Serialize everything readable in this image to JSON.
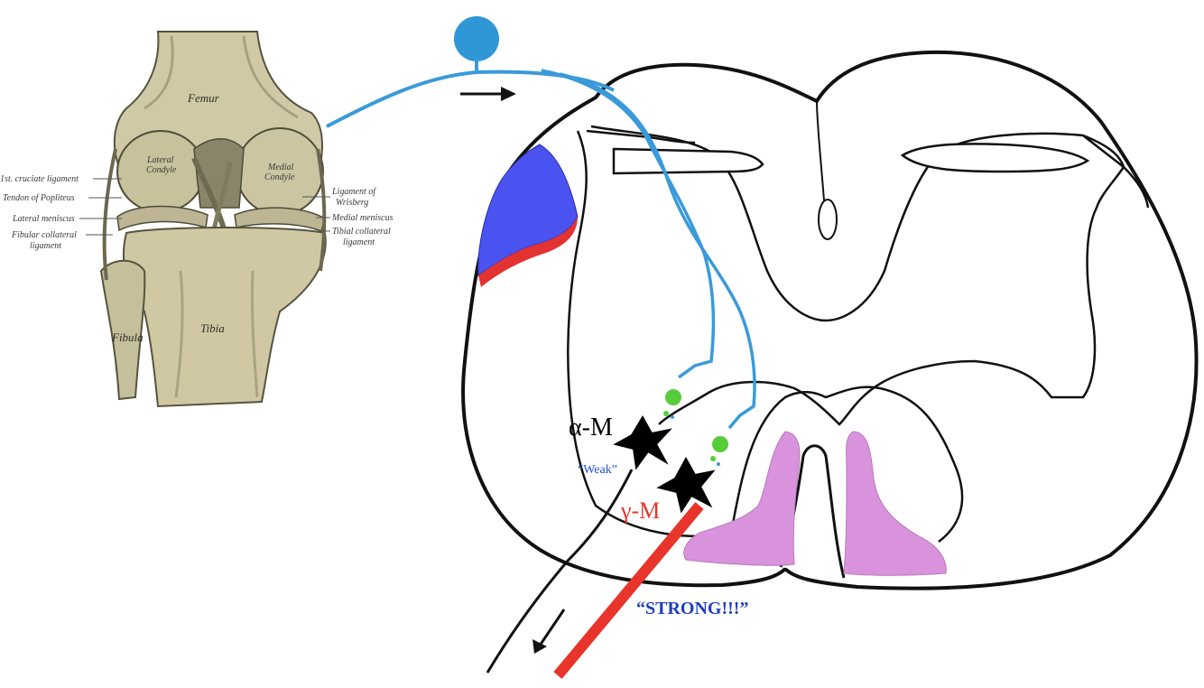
{
  "knee": {
    "bones": {
      "femur": "Femur",
      "tibia": "Tibia",
      "fibula": "Fibula",
      "lateral_condyle_line1": "Lateral",
      "lateral_condyle_line2": "Condyle",
      "medial_condyle_line1": "Medial",
      "medial_condyle_line2": "Condyle"
    },
    "left_labels": [
      "1st. cruciate ligament",
      "Tendon of Popliteus",
      "Lateral meniscus",
      "Fibular collateral",
      "ligament"
    ],
    "right_labels": [
      "Ligament of",
      "Wrisberg",
      "Medial meniscus",
      "Tibial collateral",
      "ligament"
    ]
  },
  "neurons": {
    "alpha_label": "α-M",
    "gamma_label": "γ-M",
    "weak_label": "“Weak”",
    "strong_label": "“STRONG!!!”"
  },
  "colors": {
    "afferent": "#3a9ad9",
    "ganglion": "#2f97d6",
    "synapse": "#57cc3b",
    "gamma_axon": "#e8342a",
    "dorsal_tract": "#4a52f0",
    "tract_border": "#e33232",
    "ventral_horn_fill": "#d993dd",
    "weak_text": "#2350d8",
    "strong_text": "#1c3fbf"
  }
}
